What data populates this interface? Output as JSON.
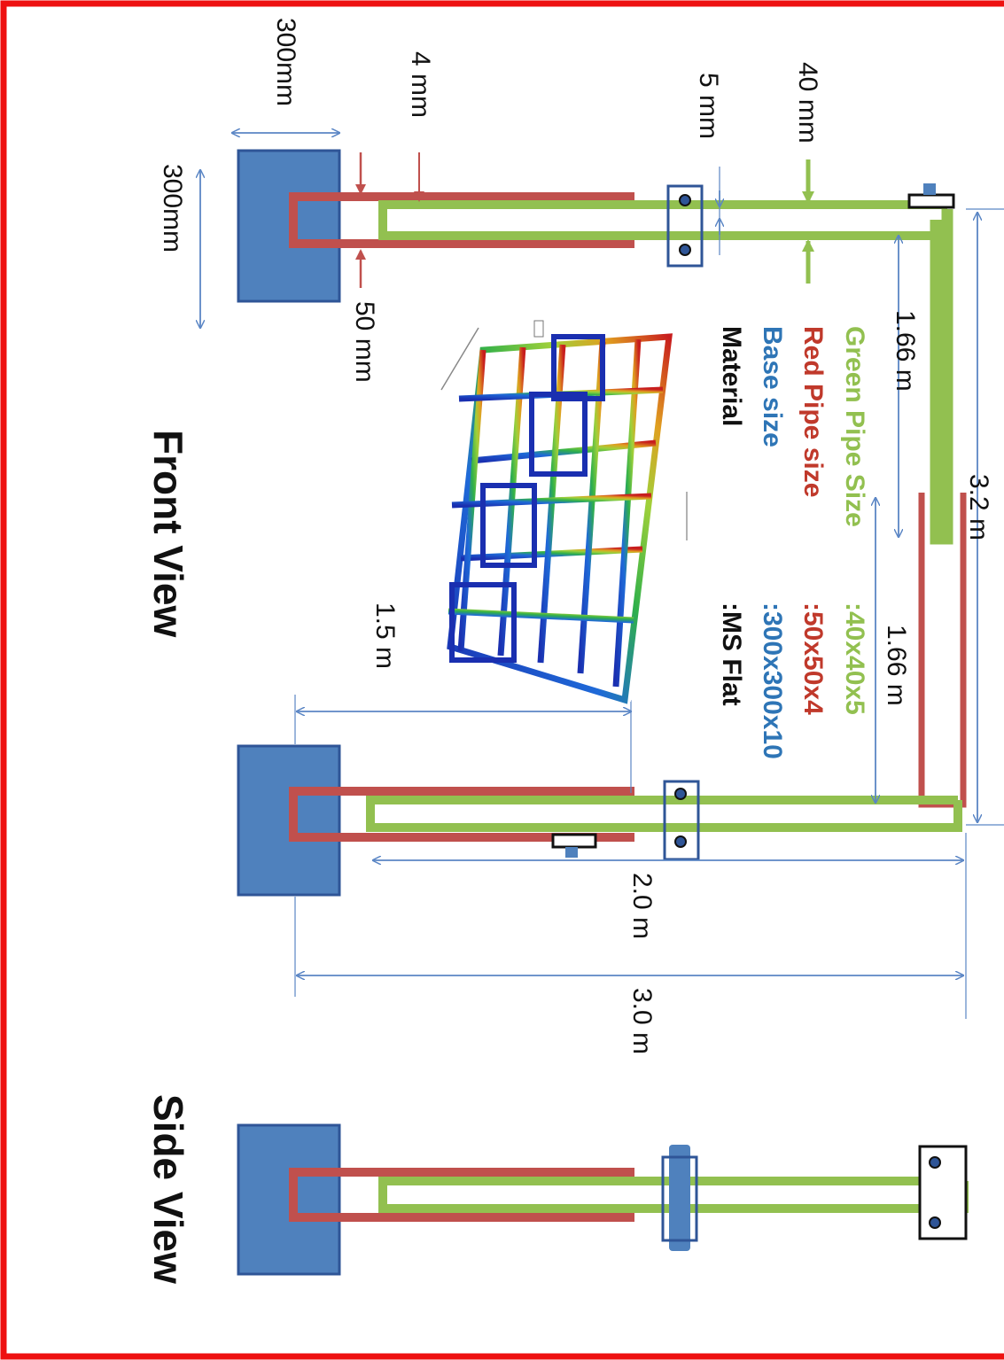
{
  "colors": {
    "green": "#92c050",
    "red": "#c0504d",
    "blue": "#4f81bd",
    "frame": "#ee1111",
    "dimension_line": "#5b86c5",
    "green_text": "#92c050",
    "red_text": "#c0392b",
    "blue_text": "#2e75b6",
    "black_text": "#111111"
  },
  "views": {
    "front": "Front View",
    "side": "Side View"
  },
  "dimensions": {
    "base_width": "300mm",
    "base_height": "300mm",
    "red_thickness": "4 mm",
    "red_size": "50 mm",
    "green_thickness": "5 mm",
    "green_size": "40 mm",
    "top_half_a": "1.66 m",
    "top_half_b": "1.66 m",
    "top_total": "3.2 m",
    "red_extension": "1.5 m",
    "green_height": "2.0 m",
    "total_height": "3.0 m"
  },
  "specs": [
    {
      "label": "Green Pipe Size",
      "value": ":40x40x5",
      "color": "#92c050"
    },
    {
      "label": "Red Pipe size",
      "value": ":50x50x4",
      "color": "#c0392b"
    },
    {
      "label": "Base size",
      "value": ":300x300x10",
      "color": "#2e75b6"
    },
    {
      "label": "Material",
      "value": ":MS Flat",
      "color": "#111111"
    }
  ],
  "icons": {
    "fem_render": "structure-stress-render-icon"
  }
}
